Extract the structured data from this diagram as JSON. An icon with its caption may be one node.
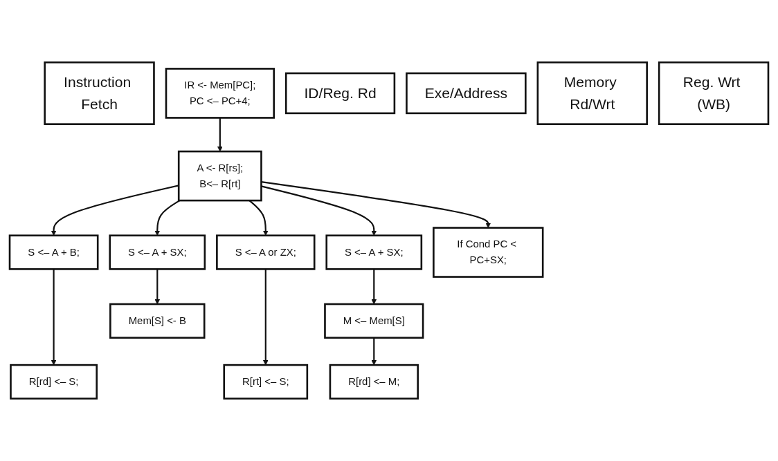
{
  "diagram": {
    "nodes": [
      {
        "text": [
          "Instruction Fetch"
        ]
      },
      {
        "text": [
          "IR <- Mem[PC];",
          "PC <– PC+4;"
        ]
      },
      {
        "text": [
          "ID/Reg. Rd"
        ]
      },
      {
        "text": [
          "A <- R[rs];",
          "B<– R[rt]"
        ]
      },
      {
        "text": [
          "Exe/Address"
        ]
      },
      {
        "text": [
          "S <– A + B;"
        ]
      },
      {
        "text": [
          "S <– A or ZX;"
        ]
      },
      {
        "text": [
          "S <– A + SX;"
        ]
      },
      {
        "text": [
          "S <– A + SX;"
        ]
      },
      {
        "text": [
          "If Cond PC < PC+SX;"
        ]
      },
      {
        "text": [
          "Memory Rd/Wrt"
        ]
      },
      {
        "text": [
          "M <– Mem[S]"
        ]
      },
      {
        "text": [
          "Mem[S] <- B"
        ]
      },
      {
        "text": [
          "Reg. Wrt (WB)"
        ]
      },
      {
        "text": [
          "R[rd] <– S;"
        ]
      },
      {
        "text": [
          "R[rt] <– S;"
        ]
      },
      {
        "text": [
          "R[rd] <– M;"
        ]
      }
    ],
    "edges": [
      {
        "from": 1,
        "to": 3,
        "arrow": "to"
      },
      {
        "from": 3,
        "to": 5,
        "arrow": "to"
      },
      {
        "from": 3,
        "to": 6,
        "arrow": "to"
      },
      {
        "from": 3,
        "to": 7,
        "arrow": "to"
      },
      {
        "from": 3,
        "to": 8,
        "arrow": "to"
      },
      {
        "from": 3,
        "to": 9,
        "arrow": "to"
      },
      {
        "from": 5,
        "to": 14,
        "arrow": "to"
      },
      {
        "from": 6,
        "to": 15,
        "arrow": "to"
      },
      {
        "from": 7,
        "to": 11,
        "arrow": "to"
      },
      {
        "from": 8,
        "to": 12,
        "arrow": "to"
      },
      {
        "from": 11,
        "to": 16,
        "arrow": "to"
      }
    ]
  }
}
